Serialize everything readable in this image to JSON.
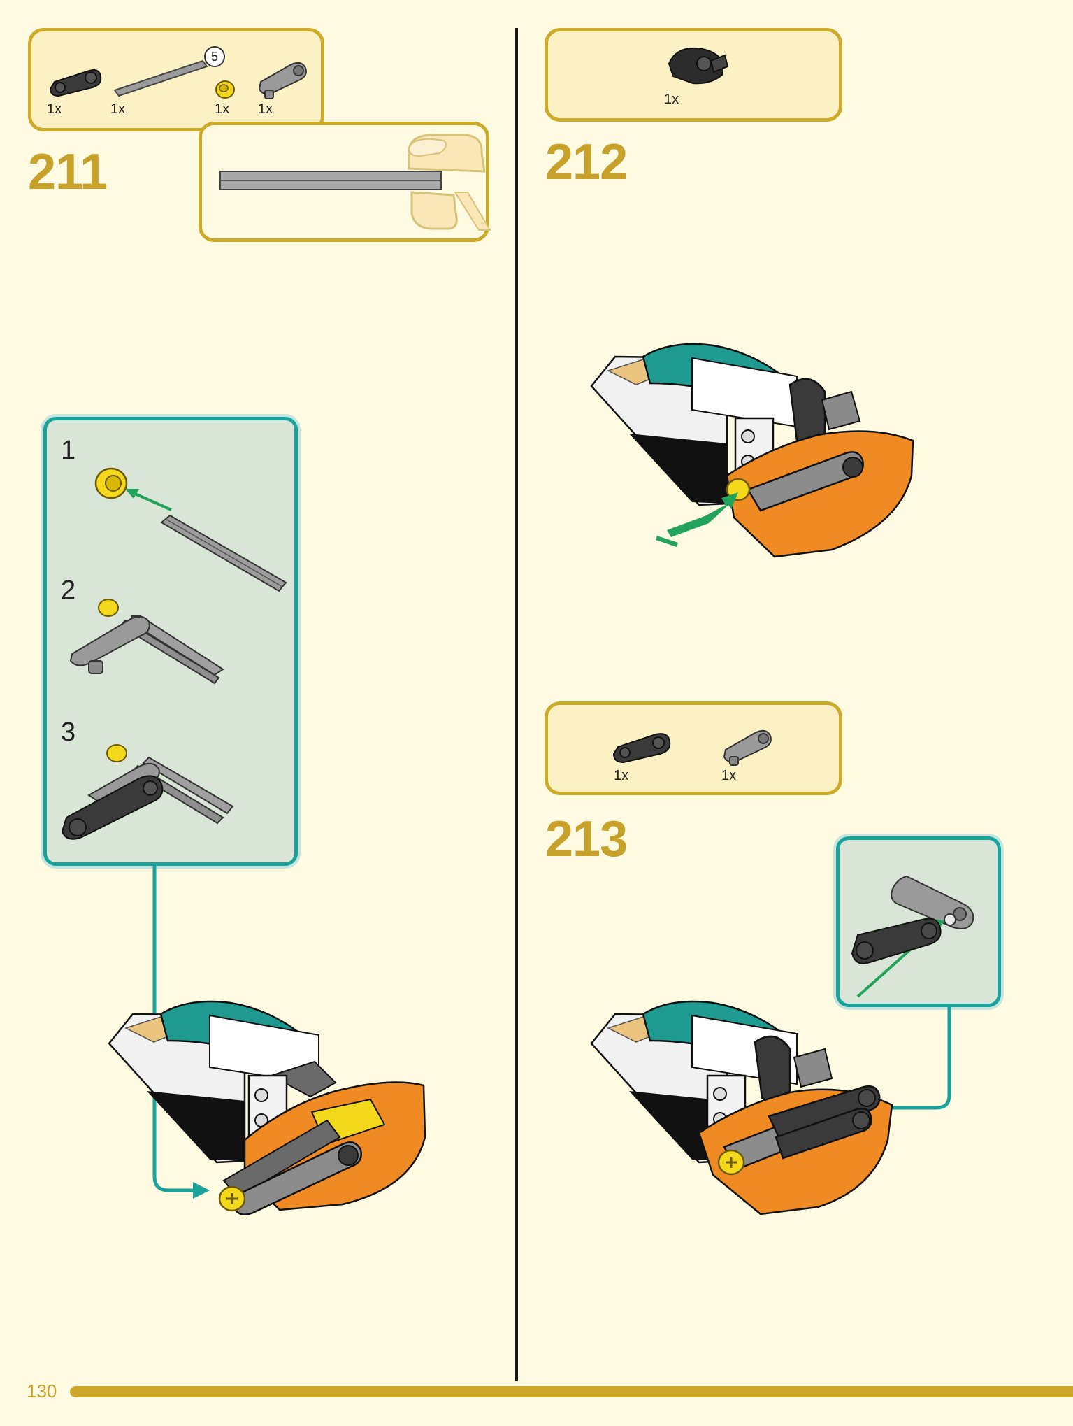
{
  "page_number": "130",
  "colors": {
    "background": "#fefbe2",
    "accent_gold": "#c8a12a",
    "callout_teal": "#1aa39a",
    "arrow_green": "#22a35a"
  },
  "steps": [
    {
      "number": "211",
      "parts": [
        {
          "icon": "dark-beam-connector-icon",
          "qty": "1x"
        },
        {
          "icon": "gray-axle-icon",
          "qty": "1x",
          "length": "5"
        },
        {
          "icon": "yellow-bush-icon",
          "qty": "1x"
        },
        {
          "icon": "gray-axle-connector-icon",
          "qty": "1x"
        }
      ],
      "substeps": [
        "1",
        "2",
        "3"
      ]
    },
    {
      "number": "212",
      "parts": [
        {
          "icon": "black-steering-hub-icon",
          "qty": "1x"
        }
      ]
    },
    {
      "number": "213",
      "parts": [
        {
          "icon": "dark-beam-connector-icon",
          "qty": "1x"
        },
        {
          "icon": "gray-axle-connector-icon",
          "qty": "1x"
        }
      ]
    }
  ]
}
